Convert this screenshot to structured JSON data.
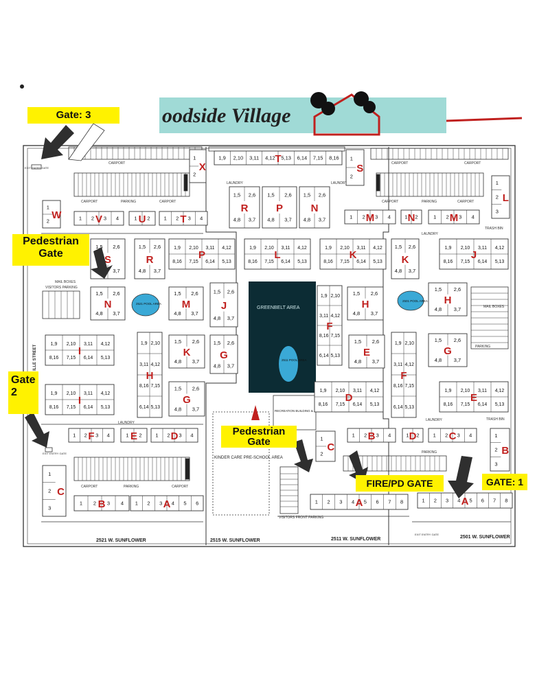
{
  "title": "oodside Village",
  "callouts": {
    "gate3": "Gate: 3",
    "pedestrian1": "Pedestrian Gate",
    "gate2": "Gate 2",
    "pedestrian2": "Pedestrian Gate",
    "fire": "FIRE/PD GATE",
    "gate1": "GATE: 1"
  },
  "areas": {
    "greenbelt": "GREENBELT AREA",
    "kinder": "KINDER CARE PRE-SCHOOL AREA",
    "recreation": "RECREATION BUILDING & JACUZZI AREA",
    "pool_left": "2521 POOL AREA",
    "pool_mid": "2511 POOL AREA",
    "pool_right": "2501 POOL AREA"
  },
  "small_labels": {
    "carport": "CARPORT",
    "parking": "PARKING",
    "laundry": "LAUNDRY",
    "mail_boxes": "MAIL BOXES",
    "trash_bin": "TRASH BIN",
    "visitors_parking": "VISITORS PARKING",
    "visitors_front": "VISITORS FRONT PARKING",
    "exit_gate": "EXIT ENTRY GATE",
    "street": "ILLE STREET"
  },
  "streets": [
    "2521 W. SUNFLOWER",
    "2515 W. SUNFLOWER",
    "2511 W. SUNFLOWER",
    "2501 W. SUNFLOWER"
  ],
  "buildings": [
    {
      "id": "X",
      "letter": "X",
      "units": [
        "1",
        "2"
      ]
    },
    {
      "id": "T-top",
      "letter": "T",
      "units": [
        "1,9",
        "2,10",
        "3,11",
        "4,12",
        "5,13",
        "6,14",
        "7,15",
        "8,16"
      ]
    },
    {
      "id": "S-top",
      "letter": "S",
      "units": [
        "1",
        "2"
      ]
    },
    {
      "id": "L",
      "letter": "L",
      "units": [
        "1",
        "2",
        "3"
      ]
    },
    {
      "id": "W",
      "letter": "W",
      "units": [
        "1",
        "2"
      ]
    },
    {
      "id": "V",
      "letter": "V",
      "units": [
        "1",
        "2",
        "3",
        "4"
      ]
    },
    {
      "id": "U",
      "letter": "U",
      "units": [
        "1",
        "2"
      ]
    },
    {
      "id": "T-row",
      "letter": "T",
      "units": [
        "1",
        "2",
        "3",
        "4"
      ]
    },
    {
      "id": "R-top",
      "letter": "R",
      "units": [
        "1,5",
        "2,6",
        "4,8",
        "3,7"
      ]
    },
    {
      "id": "P-top",
      "letter": "P",
      "units": [
        "1,5",
        "2,6",
        "4,8",
        "3,7"
      ]
    },
    {
      "id": "N-top",
      "letter": "N",
      "units": [
        "1,5",
        "2,6",
        "4,8",
        "3,7"
      ]
    },
    {
      "id": "M-top",
      "letter": "M",
      "units": [
        "1",
        "2",
        "3",
        "4"
      ]
    },
    {
      "id": "N-right",
      "letter": "N",
      "units": [
        "1",
        "2"
      ]
    },
    {
      "id": "M-right",
      "letter": "M",
      "units": [
        "1",
        "2",
        "3",
        "4"
      ]
    },
    {
      "id": "S-mid",
      "letter": "S",
      "units": [
        "1,5",
        "2,6",
        "4,8",
        "3,7"
      ]
    },
    {
      "id": "R-mid",
      "letter": "R",
      "units": [
        "1,5",
        "2,6",
        "4,8",
        "3,7"
      ]
    },
    {
      "id": "P-mid",
      "letter": "P",
      "units": [
        "1,9",
        "2,10",
        "3,11",
        "4,12",
        "8,16",
        "7,15",
        "6,14",
        "5,13"
      ]
    },
    {
      "id": "L-mid",
      "letter": "L",
      "units": [
        "1,9",
        "2,10",
        "3,11",
        "4,12",
        "8,16",
        "7,15",
        "6,14",
        "5,13"
      ]
    },
    {
      "id": "K-mid",
      "letter": "K",
      "units": [
        "1,9",
        "2,10",
        "3,11",
        "4,12",
        "8,16",
        "7,15",
        "6,14",
        "5,13"
      ]
    },
    {
      "id": "K-right",
      "letter": "K",
      "units": [
        "1,5",
        "2,6",
        "4,8",
        "3,7"
      ]
    },
    {
      "id": "J-right",
      "letter": "J",
      "units": [
        "1,9",
        "2,10",
        "3,11",
        "4,12",
        "8,16",
        "7,15",
        "6,14",
        "5,13"
      ]
    },
    {
      "id": "N-left",
      "letter": "N",
      "units": [
        "1,5",
        "2,6",
        "4,8",
        "3,7"
      ]
    },
    {
      "id": "M-mid",
      "letter": "M",
      "units": [
        "1,5",
        "2,6",
        "4,8",
        "3,7"
      ]
    },
    {
      "id": "J-mid",
      "letter": "J",
      "units": [
        "1,5",
        "2,6",
        "4,8",
        "3,7"
      ]
    },
    {
      "id": "H-center",
      "letter": "H",
      "units": [
        "1,5",
        "2,6",
        "4,8",
        "3,7"
      ]
    },
    {
      "id": "H-right",
      "letter": "H",
      "units": [
        "1,5",
        "2,6",
        "4,8",
        "3,7"
      ]
    },
    {
      "id": "I-left",
      "letter": "I",
      "units": [
        "1,9",
        "2,10",
        "3,11",
        "4,12",
        "8,16",
        "7,15",
        "6,14",
        "5,13"
      ]
    },
    {
      "id": "K-lower",
      "letter": "K",
      "units": [
        "1,5",
        "2,6",
        "4,8",
        "3,7"
      ]
    },
    {
      "id": "G-mid",
      "letter": "G",
      "units": [
        "1,5",
        "2,6",
        "4,8",
        "3,7"
      ]
    },
    {
      "id": "F-center",
      "letter": "F",
      "units": [
        "1,9",
        "2,10",
        "3,11",
        "4,12",
        "8,16",
        "7,15",
        "6,14",
        "5,13"
      ]
    },
    {
      "id": "E-center",
      "letter": "E",
      "units": [
        "1,5",
        "2,6",
        "4,8",
        "3,7"
      ]
    },
    {
      "id": "F-right",
      "letter": "F",
      "units": [
        "1,9",
        "2,10",
        "3,11",
        "4,12",
        "8,16",
        "7,15",
        "6,14",
        "5,13"
      ]
    },
    {
      "id": "G-right",
      "letter": "G",
      "units": [
        "1,5",
        "2,6",
        "4,8",
        "3,7"
      ]
    },
    {
      "id": "I-lower",
      "letter": "I",
      "units": [
        "1,9",
        "2,10",
        "3,11",
        "4,12",
        "8,16",
        "7,15",
        "6,14",
        "5,13"
      ]
    },
    {
      "id": "H-left",
      "letter": "H",
      "units": [
        "1,9",
        "2,10",
        "3,11",
        "4,12",
        "8,16",
        "7,15",
        "6,14",
        "5,13"
      ]
    },
    {
      "id": "G-lower",
      "letter": "G",
      "units": [
        "1,5",
        "2,6",
        "4,8",
        "3,7"
      ]
    },
    {
      "id": "D-center",
      "letter": "D",
      "units": [
        "1,9",
        "2,10",
        "3,11",
        "4,12",
        "8,16",
        "7,15",
        "6,14",
        "5,13"
      ]
    },
    {
      "id": "E-right",
      "letter": "E",
      "units": [
        "1,9",
        "2,10",
        "3,11",
        "4,12",
        "8,16",
        "7,15",
        "6,14",
        "5,13"
      ]
    },
    {
      "id": "F-row",
      "letter": "F",
      "units": [
        "1",
        "2",
        "3",
        "4"
      ]
    },
    {
      "id": "E-row",
      "letter": "E",
      "units": [
        "1",
        "2"
      ]
    },
    {
      "id": "D-row",
      "letter": "D",
      "units": [
        "1",
        "2",
        "3",
        "4"
      ]
    },
    {
      "id": "B-mid",
      "letter": "B",
      "units": [
        "1",
        "2",
        "3",
        "4"
      ]
    },
    {
      "id": "D-right",
      "letter": "D",
      "units": [
        "1",
        "2"
      ]
    },
    {
      "id": "C-right",
      "letter": "C",
      "units": [
        "1",
        "2",
        "3",
        "4"
      ]
    },
    {
      "id": "C-center",
      "letter": "C",
      "units": [
        "1",
        "2"
      ]
    },
    {
      "id": "B-right",
      "letter": "B",
      "units": [
        "1",
        "2",
        "3"
      ]
    },
    {
      "id": "C-left",
      "letter": "C",
      "units": [
        "1",
        "2",
        "3"
      ]
    },
    {
      "id": "B-left",
      "letter": "B",
      "units": [
        "1",
        "2",
        "3",
        "4"
      ]
    },
    {
      "id": "A-left",
      "letter": "A",
      "units": [
        "1",
        "2",
        "3",
        "4",
        "5",
        "6"
      ]
    },
    {
      "id": "A-mid",
      "letter": "A",
      "units": [
        "1",
        "2",
        "3",
        "4",
        "5",
        "6",
        "7",
        "8"
      ]
    },
    {
      "id": "A-right",
      "letter": "A",
      "units": [
        "1",
        "2",
        "3",
        "4",
        "5",
        "6",
        "7",
        "8"
      ]
    }
  ],
  "colors": {
    "letter": "#c0201e",
    "callout": "#fff200",
    "header_band": "#8fd3cf",
    "greenbelt": "#0c2c34",
    "pool": "#3aa9d6",
    "arrow": "#2f2f2f",
    "accent_line": "#c0201e"
  }
}
